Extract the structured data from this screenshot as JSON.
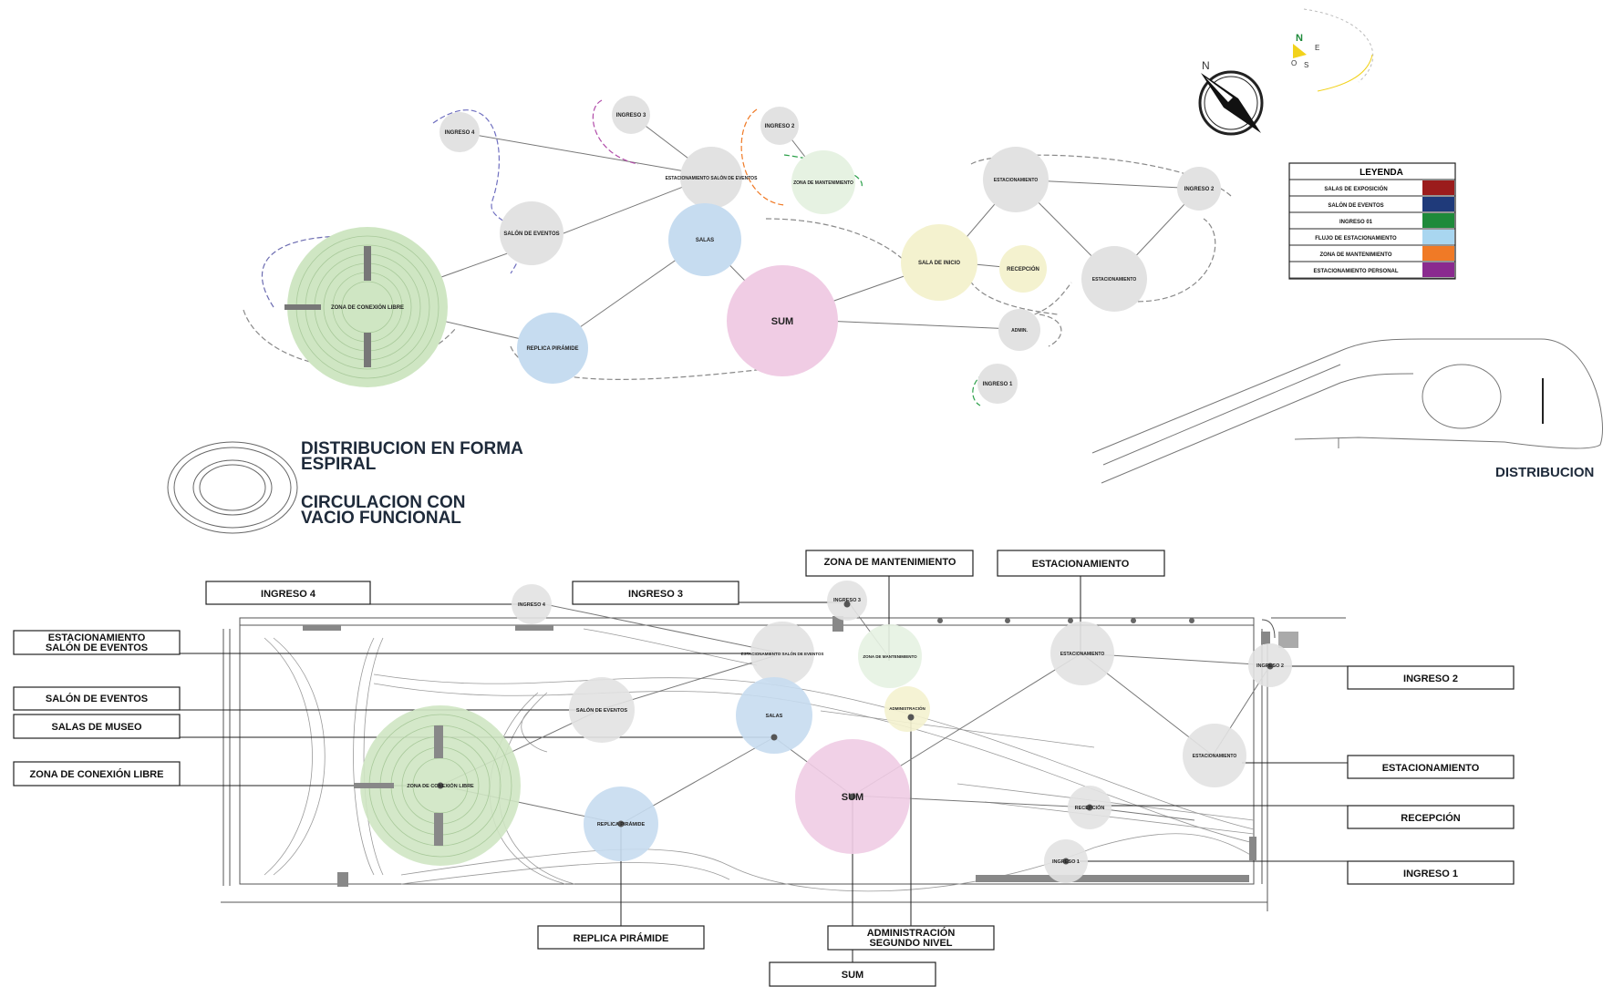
{
  "top_diagram": {
    "bubbles": [
      {
        "id": "ing4",
        "label": "INGRESO 4"
      },
      {
        "id": "ing3",
        "label": "INGRESO 3"
      },
      {
        "id": "ing2",
        "label": "INGRESO 2"
      },
      {
        "id": "est_salon",
        "label": "ESTACIONAMIENTO SALÓN DE EVENTOS"
      },
      {
        "id": "mant",
        "label": "ZONA DE MANTENIMIENTO"
      },
      {
        "id": "salon",
        "label": "SALÓN DE EVENTOS"
      },
      {
        "id": "salas",
        "label": "SALAS"
      },
      {
        "id": "conexion",
        "label": "ZONA DE CONEXIÓN LIBRE"
      },
      {
        "id": "replica",
        "label": "REPLICA PIRÁMIDE"
      },
      {
        "id": "sum",
        "label": "SUM"
      },
      {
        "id": "estac1",
        "label": "ESTACIONAMIENTO"
      },
      {
        "id": "ing2b",
        "label": "INGRESO 2"
      },
      {
        "id": "sala_inicio",
        "label": "SALA DE INICIO"
      },
      {
        "id": "recepcion",
        "label": "RECEPCIÓN"
      },
      {
        "id": "estac2",
        "label": "ESTACIONAMIENTO"
      },
      {
        "id": "admin",
        "label": "ADMIN."
      },
      {
        "id": "ing1",
        "label": "INGRESO 1"
      }
    ],
    "concept_1": "DISTRIBUCION EN FORMA ESPIRAL",
    "concept_2": "CIRCULACION CON VACIO FUNCIONAL",
    "distribucion_label": "DISTRIBUCION"
  },
  "legend": {
    "title": "LEYENDA",
    "items": [
      {
        "label": "SALAS DE EXPOSICIÓN",
        "color": "#9b1c1c"
      },
      {
        "label": "SALÓN DE EVENTOS",
        "color": "#1f3a7a"
      },
      {
        "label": "INGRESO 01",
        "color": "#1e8a3a"
      },
      {
        "label": "FLUJO DE ESTACIONAMIENTO",
        "color": "#a9d6f0"
      },
      {
        "label": "ZONA DE MANTENIMIENTO",
        "color": "#f07a26"
      },
      {
        "label": "ESTACIONAMIENTO PERSONAL",
        "color": "#8a2a8f"
      }
    ]
  },
  "compass": {
    "n": "N",
    "e": "E",
    "s": "S",
    "o": "O"
  },
  "plan_callouts": {
    "ingreso4": "INGRESO 4",
    "ingreso3": "INGRESO 3",
    "zona_mant": "ZONA DE MANTENIMIENTO",
    "estac_top": "ESTACIONAMIENTO",
    "estac_salon_1": "ESTACIONAMIENTO",
    "estac_salon_2": "SALÓN DE EVENTOS",
    "salon_eventos": "SALÓN DE EVENTOS",
    "salas_museo": "SALAS DE MUSEO",
    "zona_conexion": "ZONA DE CONEXIÓN LIBRE",
    "ingreso2": "INGRESO 2",
    "estac_right": "ESTACIONAMIENTO",
    "recepcion": "RECEPCIÓN",
    "ingreso1": "INGRESO 1",
    "replica": "REPLICA PIRÁMIDE",
    "admin_1": "ADMINISTRACIÓN",
    "admin_2": "SEGUNDO NIVEL",
    "sum": "SUM"
  },
  "plan_bubbles": {
    "est_salon": "ESTACIONAMIENTO SALÓN DE EVENTOS",
    "mant": "ZONA DE MANTENIMIENTO",
    "estac": "ESTACIONAMIENTO",
    "ing2": "INGRESO 2",
    "salon": "SALÓN DE EVENTOS",
    "salas": "SALAS",
    "admin": "ADMINISTRACIÓN",
    "conexion": "ZONA DE CONEXIÓN LIBRE",
    "replica": "REPLICA PIRÁMIDE",
    "sum": "SUM",
    "estac2": "ESTACIONAMIENTO",
    "recep": "RECEPCIÓN",
    "ing1": "INGRESO 1",
    "ing3": "INGRESO 3",
    "ing4": "INGRESO 4"
  }
}
